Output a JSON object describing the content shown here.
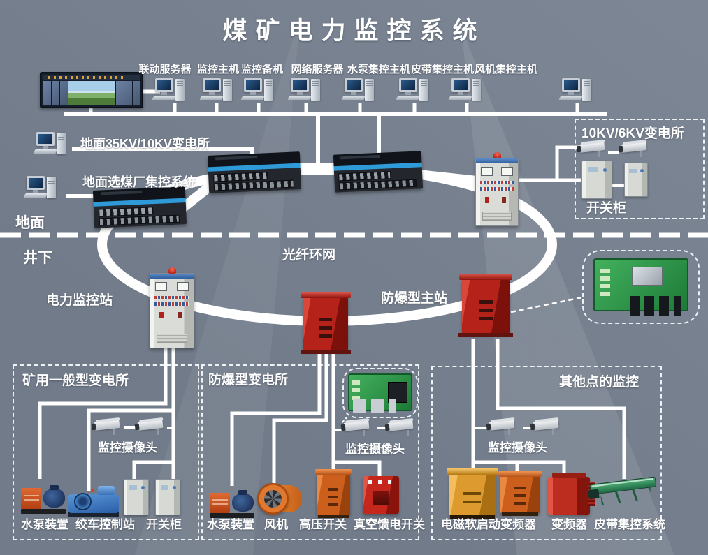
{
  "title": "煤矿电力监控系统",
  "top": {
    "labels": [
      "联动服务器",
      "监控主机",
      "监控备机",
      "网络服务器",
      "水泵集控主机",
      "皮带集控主机",
      "风机集控主机"
    ]
  },
  "left": {
    "substation_35kv": "地面35KV/10KV变电所",
    "coal_plant": "地面选煤厂集控系统",
    "surface": "地面",
    "underground": "井下"
  },
  "ring": {
    "fiber_label": "光纤环网",
    "power_station_label": "电力监控站",
    "ex_master_label": "防爆型主站"
  },
  "substation_10kv": {
    "title": "10KV/6KV变电所",
    "switch_cabinet_label": "开关柜"
  },
  "section_mine": {
    "title": "矿用一般型变电所",
    "camera_label": "监控摄像头",
    "device_labels": [
      "水泵装置",
      "绞车控制站",
      "开关柜"
    ]
  },
  "section_exproof": {
    "title": "防爆型变电所",
    "camera_label": "监控摄像头",
    "device_labels": [
      "水泵装置",
      "风机",
      "高压开关",
      "真空馈电开关"
    ]
  },
  "section_other": {
    "title": "其他点的监控",
    "camera_label": "监控摄像头",
    "device_labels": [
      "电磁软启动变频器",
      "变频器",
      "皮带集控系统"
    ]
  },
  "colors": {
    "background": "#76808f",
    "line": "#ffffff",
    "accent_blue": "#2f9ad8",
    "device_red": "#b5221a",
    "device_orange": "#cd5f1d",
    "device_yellow": "#dd9a2e",
    "conveyor_green": "#2f8f57",
    "pcb_green": "#2f9e4d"
  }
}
